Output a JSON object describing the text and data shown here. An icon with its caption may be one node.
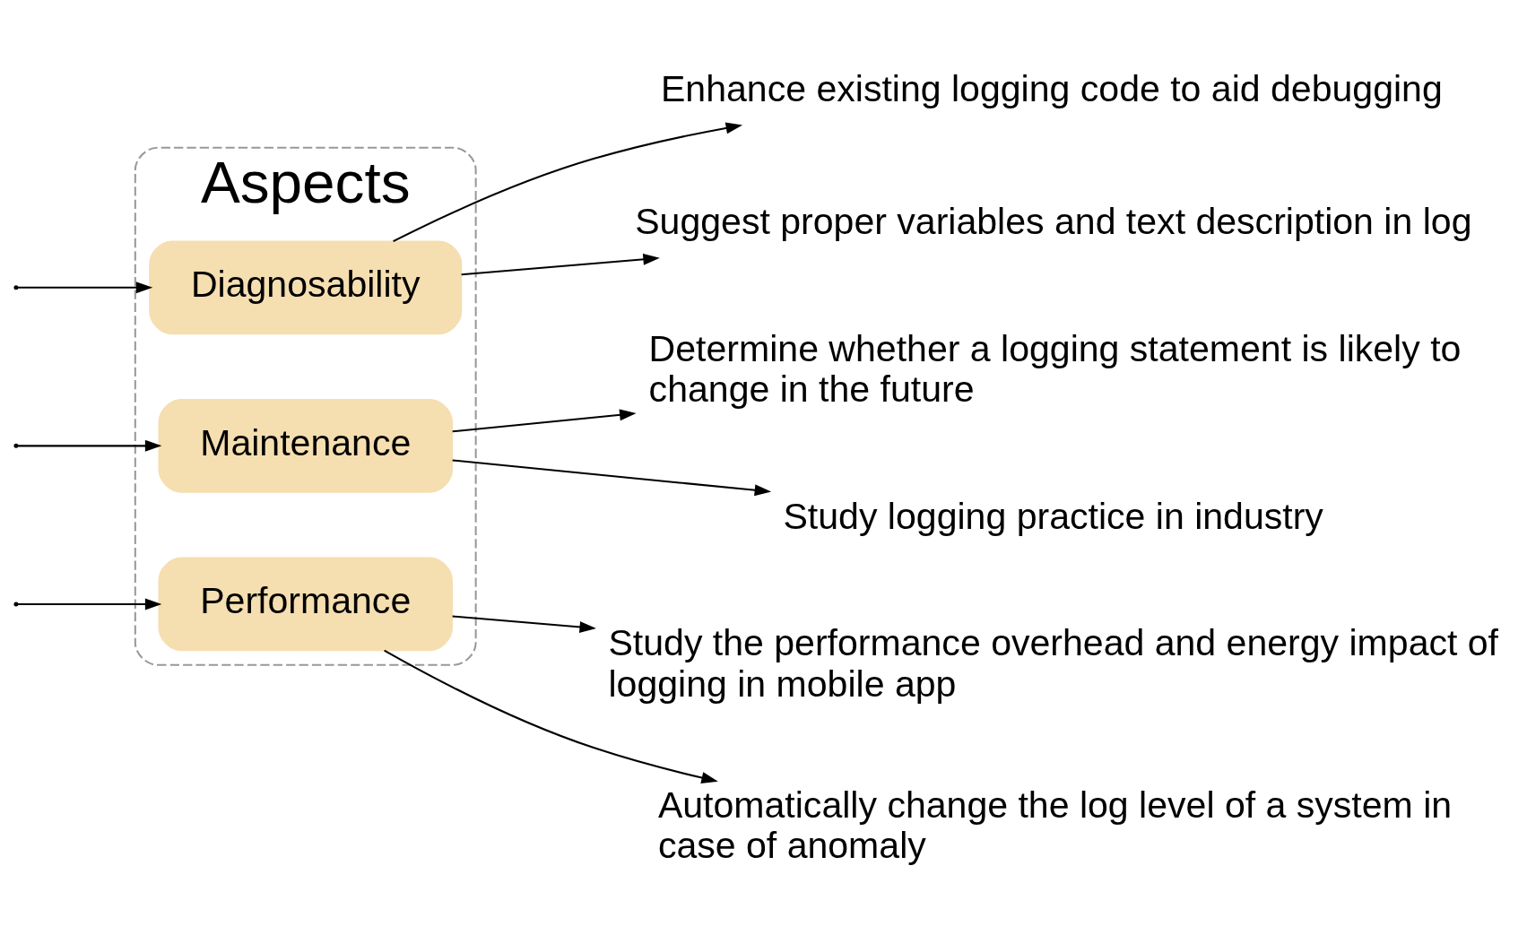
{
  "diagram": {
    "nodes": [
      {
        "text": [
          "Aspects"
        ]
      },
      {
        "text": [
          "Diagnosability"
        ],
        "in": 0
      },
      {
        "text": [
          "Maintenance"
        ],
        "in": 0
      },
      {
        "text": [
          "Performance"
        ],
        "in": 0
      },
      {
        "text": [
          "Enhance existing logging code to aid debugging"
        ]
      },
      {
        "text": [
          "Suggest proper variables and text description in log"
        ]
      },
      {
        "text": [
          "Determine whether a logging statement is likely to change in the future"
        ]
      },
      {
        "text": [
          "Study logging practice in industry"
        ]
      },
      {
        "text": [
          "Study the performance overhead and energy impact of logging in mobile app"
        ]
      },
      {
        "text": [
          "Automatically change the log level of a system in case of anomaly"
        ]
      }
    ],
    "edges": [
      {
        "from": null,
        "to": 1,
        "arrow": "to"
      },
      {
        "from": null,
        "to": 2,
        "arrow": "to"
      },
      {
        "from": null,
        "to": 3,
        "arrow": "to"
      },
      {
        "from": 1,
        "to": 4,
        "arrow": "to"
      },
      {
        "from": 1,
        "to": 5,
        "arrow": "to"
      },
      {
        "from": 2,
        "to": 6,
        "arrow": "to"
      },
      {
        "from": 2,
        "to": 7,
        "arrow": "to"
      },
      {
        "from": 3,
        "to": 8,
        "arrow": "to"
      },
      {
        "from": 3,
        "to": 9,
        "arrow": "to"
      }
    ]
  }
}
